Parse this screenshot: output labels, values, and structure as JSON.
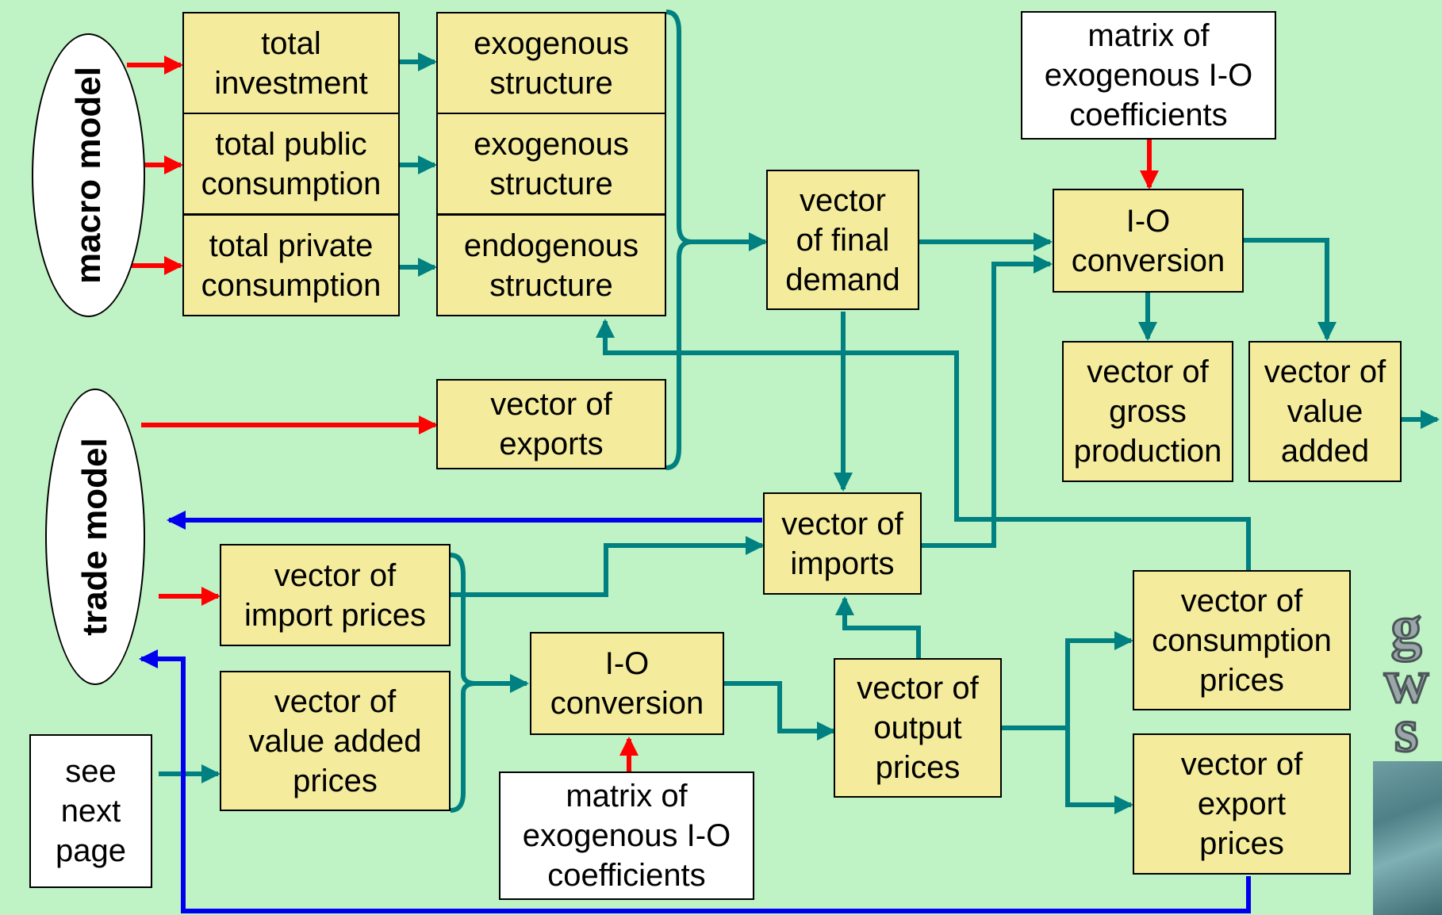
{
  "colors": {
    "background": "#bff2c4",
    "box": "#f4ec9c",
    "teal_arrow": "#008080",
    "red_arrow": "#ff0000",
    "blue_arrow": "#0000ee"
  },
  "ellipses": {
    "macro": "macro model",
    "trade": "trade model"
  },
  "boxes": {
    "total_investment": "total\ninvestment",
    "total_public": "total public\nconsumption",
    "total_private": "total private\nconsumption",
    "exo_structure_1": "exogenous\nstructure",
    "exo_structure_2": "exogenous\nstructure",
    "endo_structure": "endogenous\nstructure",
    "exports": "vector of\nexports",
    "final_demand": "vector\nof final\ndemand",
    "io_conversion_top": "I-O\nconversion",
    "matrix_top": "matrix of\nexogenous I-O\ncoefficients",
    "gross_production": "vector of\ngross\nproduction",
    "value_added": "vector of\nvalue\nadded",
    "imports": "vector of\nimports",
    "import_prices": "vector of\nimport prices",
    "value_added_prices": "vector of\nvalue added\nprices",
    "see_next_page": "see\nnext\npage",
    "io_conversion_bottom": "I-O\nconversion",
    "matrix_bottom": "matrix of\nexogenous I-O\ncoefficients",
    "output_prices": "vector of\noutput\nprices",
    "consumption_prices": "vector of\nconsumption\nprices",
    "export_prices": "vector of\nexport\nprices"
  },
  "logo": {
    "letters": "gws",
    "icon": "gws-logo-icon"
  }
}
